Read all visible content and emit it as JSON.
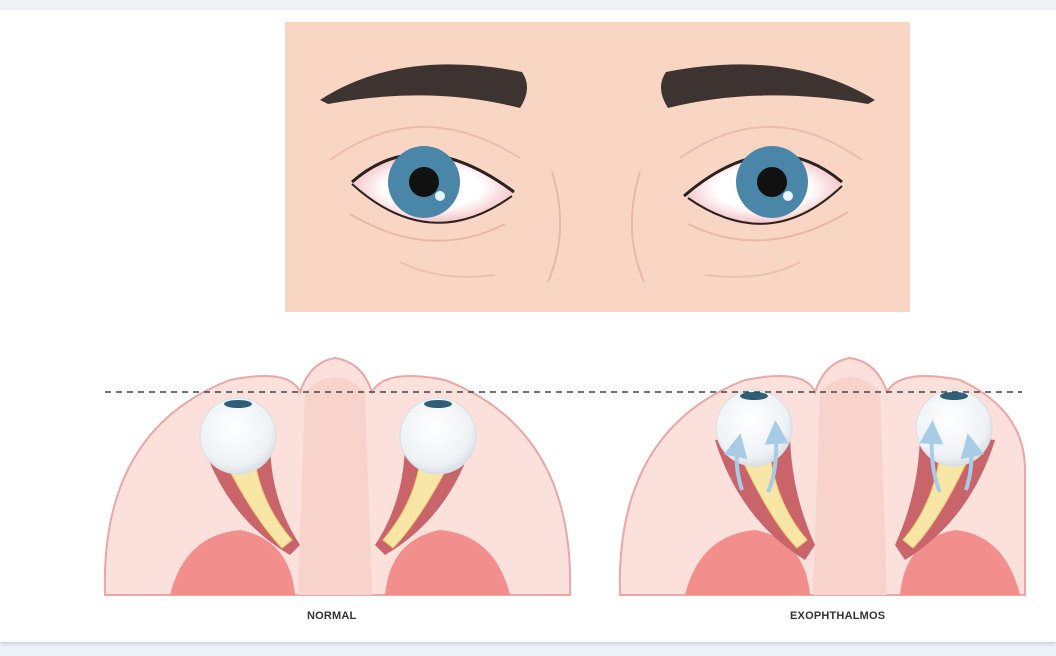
{
  "labels": {
    "normal": "NORMAL",
    "exophthalmos": "EXOPHTHALMOS"
  },
  "colors": {
    "background": "#ffffff",
    "skin": "#f9d6c4",
    "skin_line": "#e7b3a0",
    "eyebrow": "#3d3330",
    "iris": "#4a86a8",
    "pupil": "#111111",
    "sclera_tint": "#f7c9cc",
    "orbit": "#fbe0db",
    "orbit_outline": "#eaa7a6",
    "bone_deep": "#f28e8c",
    "muscle": "#c9656a",
    "nerve": "#f7e6a6",
    "eyeball": "#ffffff",
    "arrow": "#a9cce6",
    "reference_line": "#444444"
  },
  "icons": {
    "face": "face-closeup-illustration",
    "normal_section": "normal-orbit-cross-section",
    "exo_section": "exophthalmos-orbit-cross-section"
  }
}
